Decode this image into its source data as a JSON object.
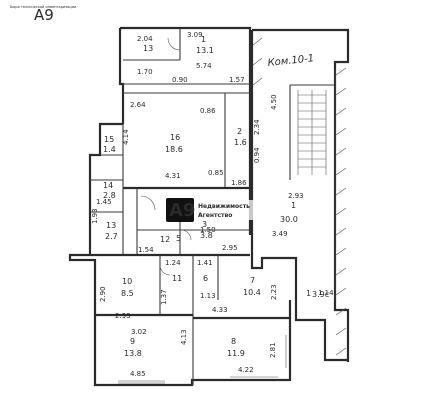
{
  "header": {
    "plan_number": "A9",
    "stamp_text": "Бюро технической инвентаризации"
  },
  "watermark": {
    "mark": "A9",
    "line1": "Недвижимость",
    "line2": "Агентство"
  },
  "annotation": {
    "handwritten": "Ком.10-1"
  },
  "rooms": [
    {
      "id": "r-top-right",
      "num": "1",
      "area": "13.1"
    },
    {
      "id": "r-corridor-top",
      "num": "13",
      "area": ""
    },
    {
      "id": "r-16",
      "num": "16",
      "area": "18.6"
    },
    {
      "id": "r-2",
      "num": "2",
      "area": "1.6"
    },
    {
      "id": "r-15",
      "num": "15",
      "area": "1.4"
    },
    {
      "id": "r-14",
      "num": "14",
      "area": "2.8"
    },
    {
      "id": "r-13",
      "num": "13",
      "area": "2.7"
    },
    {
      "id": "r-12",
      "num": "12",
      "area": ""
    },
    {
      "id": "r-3",
      "num": "3",
      "area": "3.8"
    },
    {
      "id": "r-5",
      "num": "5",
      "area": ""
    },
    {
      "id": "r-stair",
      "num": "1",
      "area": "30.0"
    },
    {
      "id": "r-10",
      "num": "10",
      "area": "8.5"
    },
    {
      "id": "r-11",
      "num": "11",
      "area": ""
    },
    {
      "id": "r-6",
      "num": "6",
      "area": ""
    },
    {
      "id": "r-7",
      "num": "7",
      "area": "10.4"
    },
    {
      "id": "r-9",
      "num": "9",
      "area": "13.8"
    },
    {
      "id": "r-8",
      "num": "8",
      "area": "11.9"
    },
    {
      "id": "r-small-right",
      "num": "1",
      "area": "3.9c"
    }
  ],
  "dims": {
    "d01": "2.04",
    "d02": "3.09",
    "d03": "1.70",
    "d04": "0.90",
    "d05": "5.74",
    "d06": "1.57",
    "d07": "2.64",
    "d08": "0.86",
    "d09": "4.31",
    "d10": "0.85",
    "d11": "1.86",
    "d12": "4.14",
    "d13": "2.34",
    "d14": "0.94",
    "d15": "2.93",
    "d16": "4.50",
    "d17": "1.45",
    "d18": "1.93",
    "d19": "1.54",
    "d20": "1.50",
    "d21": "2.95",
    "d22": "1.24",
    "d23": "1.41",
    "d24": "3.49",
    "d25": "2.90",
    "d26": "2.93",
    "d27": "3.02",
    "d28": "1.37",
    "d29": "4.33",
    "d30": "2.23",
    "d31": "2.81",
    "d32": "4.85",
    "d33": "4.22",
    "d34": "1.13",
    "d35": "4.13",
    "d36": "1.14"
  },
  "colors": {
    "ink": "#2b2b2b",
    "paper": "#ffffff",
    "watermark_bg": "#111111"
  }
}
